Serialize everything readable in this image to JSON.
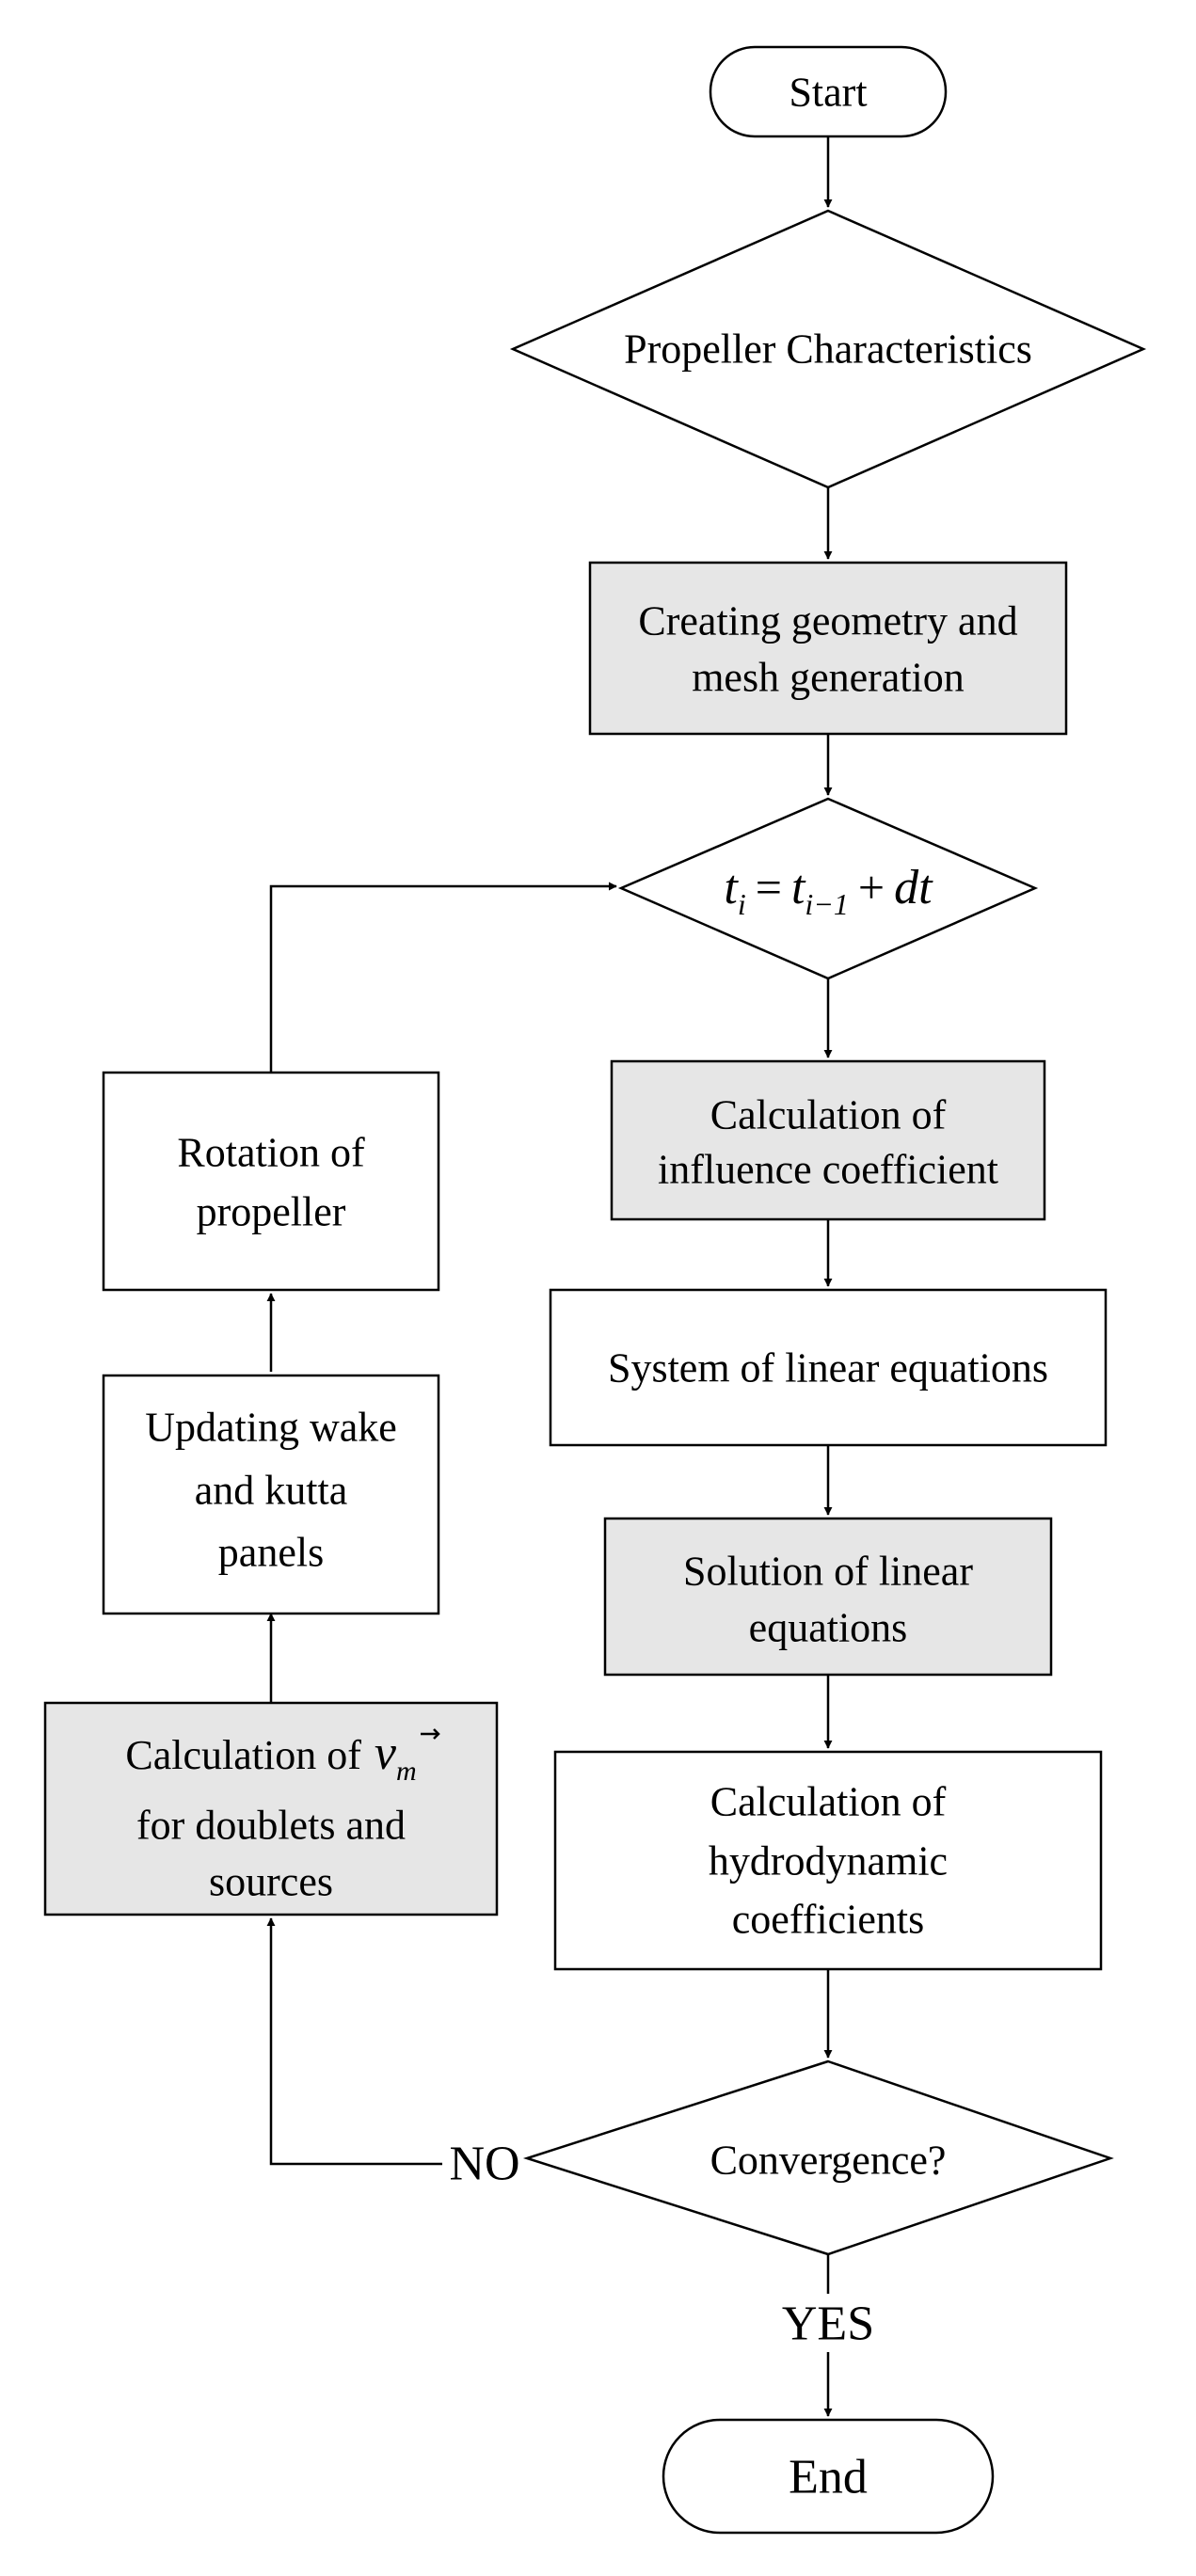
{
  "colors": {
    "stroke": "#000000",
    "fill_plain": "#ffffff",
    "fill_shaded": "#e6e6e6"
  },
  "nodes": {
    "start": "Start",
    "propeller_characteristics": "Propeller Characteristics",
    "creating_geometry": {
      "line1": "Creating geometry and",
      "line2": "mesh generation"
    },
    "time_step": {
      "t": "t",
      "i": "i",
      "eq": "=",
      "t2": "t",
      "i_minus_1": "i−1",
      "plus": "+",
      "dt": "dt"
    },
    "influence_coefficient": {
      "line1": "Calculation of",
      "line2": "influence coefficient"
    },
    "system_linear": "System of linear equations",
    "solution_linear": {
      "line1": "Solution of linear",
      "line2": "equations"
    },
    "hydrodynamic": {
      "line1": "Calculation of",
      "line2": "hydrodynamic",
      "line3": "coefficients"
    },
    "convergence": "Convergence?",
    "end": "End",
    "velocity_calc": {
      "line1": "Calculation of",
      "v": "v",
      "m": "m",
      "line2": "for doublets and",
      "line3": "sources"
    },
    "updating_wake": {
      "line1": "Updating wake",
      "line2": "and kutta",
      "line3": "panels"
    },
    "rotation": {
      "line1": "Rotation of",
      "line2": "propeller"
    }
  },
  "edges": {
    "no_label": "NO",
    "yes_label": "YES"
  }
}
